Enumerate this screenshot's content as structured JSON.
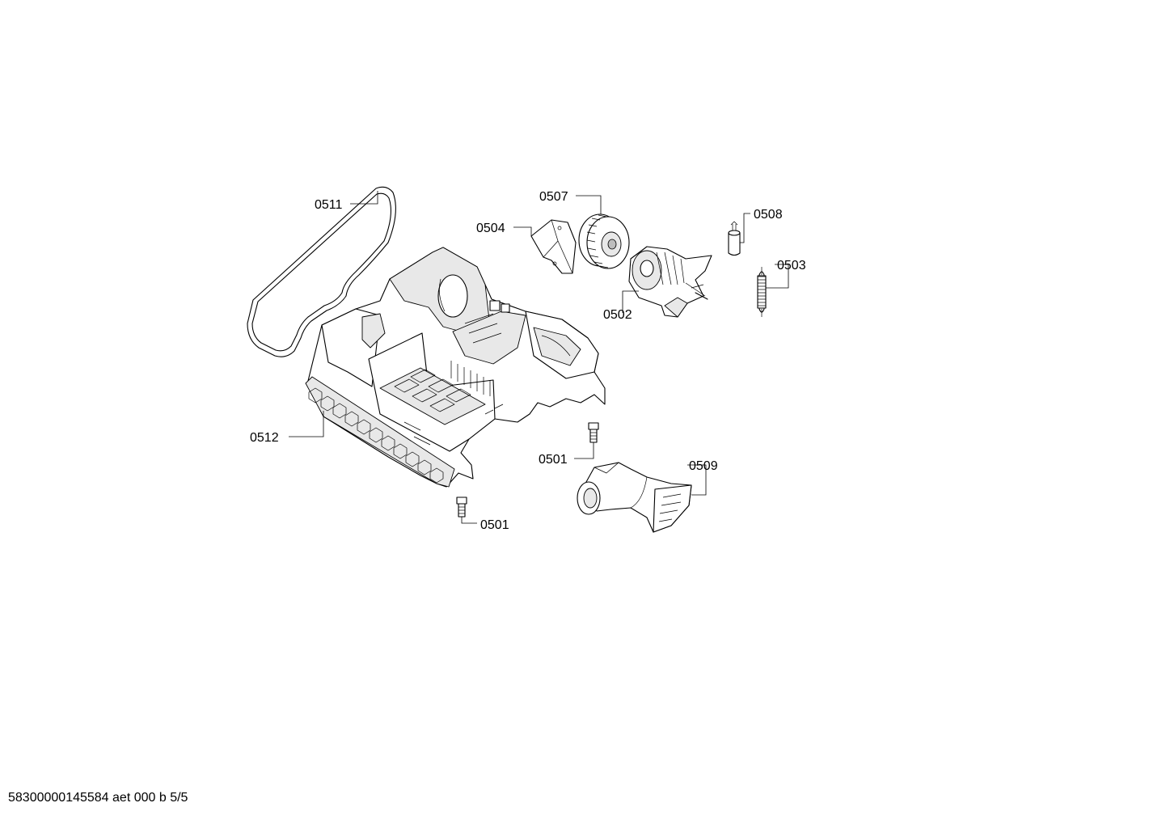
{
  "diagram": {
    "parts": [
      {
        "id": "p0511",
        "label": "0511",
        "name": "gasket"
      },
      {
        "id": "p0512",
        "label": "0512",
        "name": "base-frame"
      },
      {
        "id": "p0504",
        "label": "0504",
        "name": "fan-cover"
      },
      {
        "id": "p0507",
        "label": "0507",
        "name": "fan-wheel"
      },
      {
        "id": "p0502",
        "label": "0502",
        "name": "motor"
      },
      {
        "id": "p0508",
        "label": "0508",
        "name": "capacitor"
      },
      {
        "id": "p0503",
        "label": "0503",
        "name": "spring"
      },
      {
        "id": "p0501a",
        "label": "0501",
        "name": "screw"
      },
      {
        "id": "p0501b",
        "label": "0501",
        "name": "screw"
      },
      {
        "id": "p0509",
        "label": "0509",
        "name": "air-duct"
      }
    ]
  },
  "footer": {
    "text": "58300000145584 aet 000 b 5/5"
  }
}
